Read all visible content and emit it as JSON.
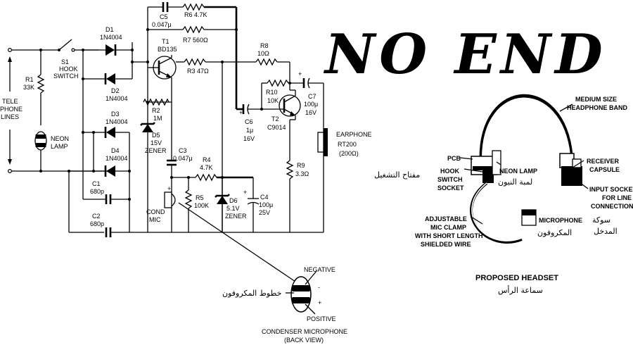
{
  "title": "NO END",
  "components": {
    "d1": [
      "D1",
      "1N4004"
    ],
    "d2": [
      "D2",
      "1N4004"
    ],
    "d3": [
      "D3",
      "1N4004"
    ],
    "d4": [
      "D4",
      "1N4004"
    ],
    "s1": [
      "S1",
      "HOOK",
      "SWITCH"
    ],
    "r1": [
      "R1",
      "33K"
    ],
    "neon": [
      "NEON",
      "LAMP"
    ],
    "tele": [
      "TELE",
      "PHONE",
      "LINES"
    ],
    "c1": [
      "C1",
      "680p"
    ],
    "c2": [
      "C2",
      "680p"
    ],
    "c5": [
      "C5",
      "0.047μ"
    ],
    "r6": "R6 4.7K",
    "r7": "R7 560Ω",
    "t1": [
      "T1",
      "BD135"
    ],
    "r3": "R3 47Ω",
    "r2": [
      "R2",
      "1M"
    ],
    "d5": [
      "D5",
      "15V",
      "ZENER"
    ],
    "c3": [
      "C3",
      "0.047μ"
    ],
    "r4": [
      "R4",
      "4.7K"
    ],
    "r5": [
      "R5",
      "100K"
    ],
    "d6": [
      "D6",
      "5.1V",
      "ZENER"
    ],
    "c4": [
      "C4",
      "100μ",
      "25V"
    ],
    "cond_mic": [
      "COND",
      "MIC"
    ],
    "r8": [
      "R8",
      "10Ω"
    ],
    "r10": [
      "R10",
      "10K"
    ],
    "t2": [
      "T2",
      "C9014"
    ],
    "c6": [
      "C6",
      "1μ",
      "16V"
    ],
    "c7": [
      "C7",
      "100μ",
      "16V"
    ],
    "r9": [
      "R9",
      "3.3Ω"
    ],
    "earphone": [
      "EARPHONE",
      "RT200",
      "(200Ω)"
    ]
  },
  "mic_detail": {
    "negative": "NEGATIVE",
    "positive": "POSITIVE",
    "minus": "-",
    "plus": "+",
    "caption": [
      "CONDENSER MICROPHONE",
      "(BACK VIEW)"
    ],
    "arabic": "خطوط المكروفون"
  },
  "headset": {
    "band": [
      "MEDIUM SIZE",
      "HEADPHONE BAND"
    ],
    "receiver": [
      "RECEIVER",
      "CAPSULE"
    ],
    "input_socket": [
      "INPUT SOCKET",
      "FOR LINE",
      "CONNECTION"
    ],
    "input_socket_ar": [
      "سوكة",
      "المدخل"
    ],
    "pcb": "PCB",
    "hook_socket": [
      "HOOK",
      "SWITCH",
      "SOCKET"
    ],
    "hook_socket_ar": "مفتاح التشغيل",
    "neon_lamp": "NEON LAMP",
    "neon_lamp_ar": "لمبة النيون",
    "mic_clamp": [
      "ADJUSTABLE",
      "MIC CLAMP",
      "WITH SHORT LENGTH",
      "SHIELDED WIRE"
    ],
    "microphone": "MICROPHONE",
    "microphone_ar": "المكروفون",
    "caption": "PROPOSED HEADSET",
    "caption_ar": "سماعة الرأس"
  }
}
